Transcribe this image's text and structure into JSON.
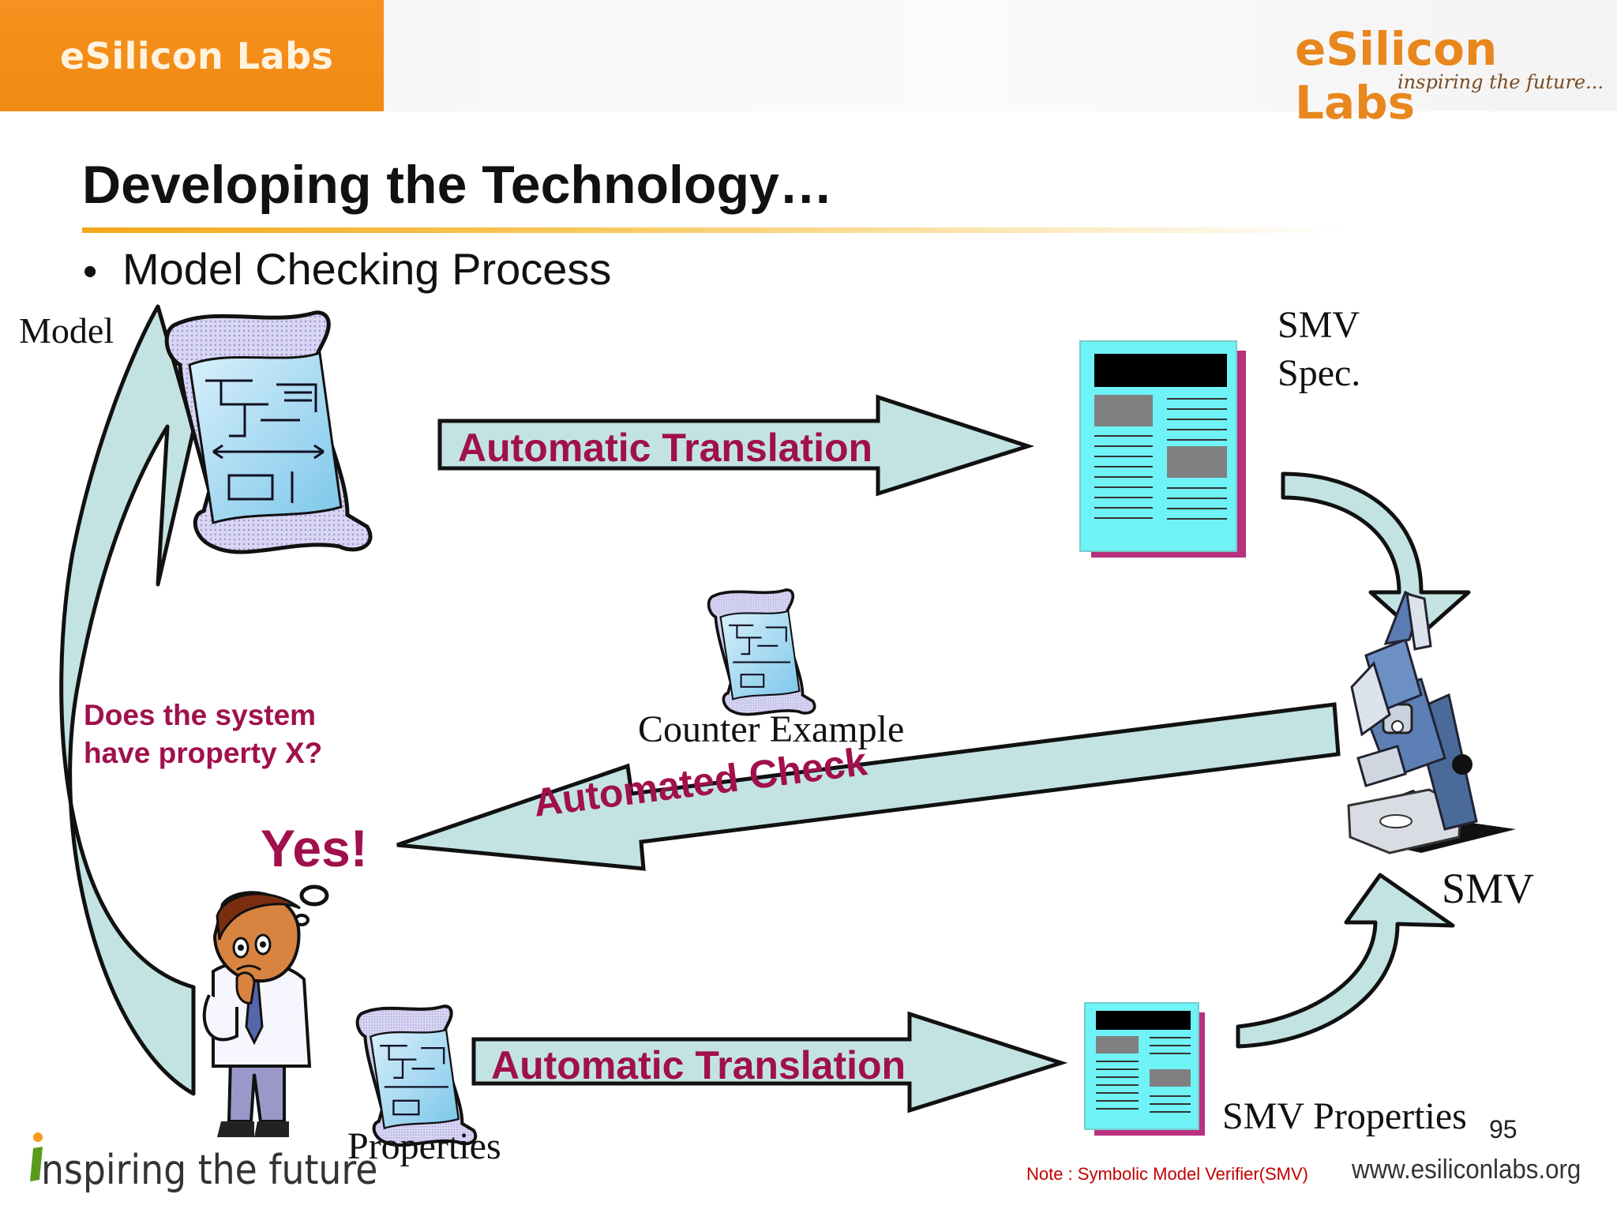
{
  "header": {
    "left_text": "eSilicon Labs",
    "logo_text": "eSilicon Labs",
    "logo_tagline": "inspiring the future..."
  },
  "slide": {
    "title": "Developing the Technology…",
    "bullet": "Model Checking Process",
    "labels": {
      "model": "Model",
      "smv_spec_line1": "SMV",
      "smv_spec_line2": "Spec.",
      "counter_example": "Counter Example",
      "smv": "SMV",
      "properties": "Properties",
      "smv_properties": "SMV Properties"
    },
    "arrows": {
      "top_translation": "Automatic Translation",
      "automated_check": "Automated Check",
      "bottom_translation": "Automatic Translation"
    },
    "question_line1": "Does the system",
    "question_line2": "have property X?",
    "answer": "Yes!"
  },
  "footer": {
    "tagline": "nspiring the future",
    "note": "Note : Symbolic Model Verifier(SMV)",
    "website": "www.esiliconlabs.org",
    "page_number": "95"
  },
  "colors": {
    "orange": "#f7911f",
    "accent_text": "#a0104c",
    "arrow_fill": "#c3e3e3",
    "doc_cyan": "#6ff3f6",
    "doc_shadow": "#b8317d"
  }
}
